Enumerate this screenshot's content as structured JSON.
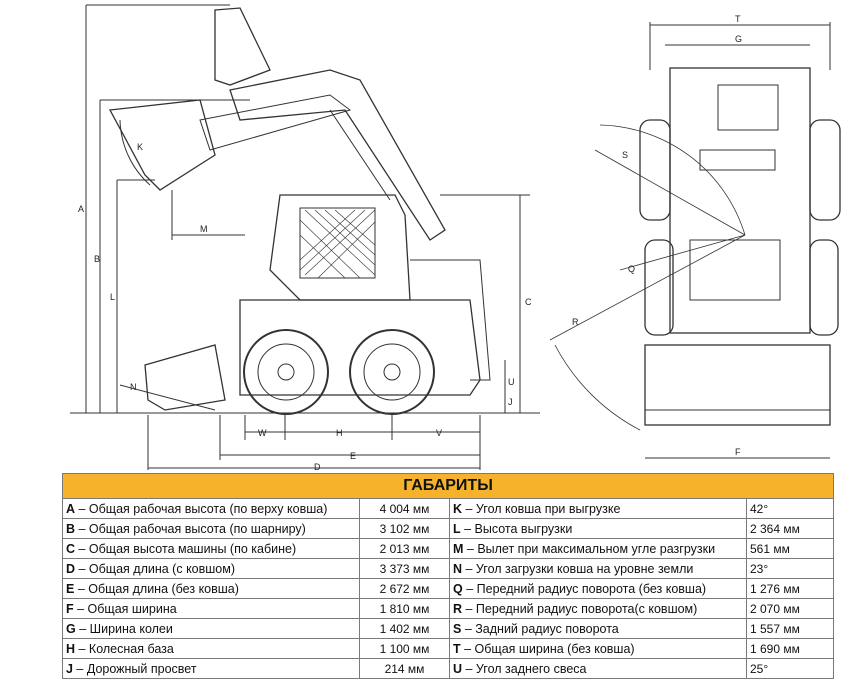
{
  "drawing": {
    "side_labels": [
      "A",
      "B",
      "C",
      "K",
      "M",
      "L",
      "N",
      "W",
      "H",
      "V",
      "E",
      "D",
      "U",
      "J"
    ],
    "front_labels": [
      "T",
      "G",
      "S",
      "Q",
      "R",
      "F"
    ]
  },
  "table": {
    "title": "ГАБАРИТЫ",
    "left": [
      {
        "key": "A",
        "text": " – Общая рабочая высота (по верху ковша)",
        "value": "4 004 мм"
      },
      {
        "key": "B",
        "text": " – Общая рабочая высота (по шарниру)",
        "value": "3 102 мм"
      },
      {
        "key": "C",
        "text": " – Общая высота машины (по кабине)",
        "value": "2 013 мм"
      },
      {
        "key": "D",
        "text": " – Общая длина (с ковшом)",
        "value": "3 373 мм"
      },
      {
        "key": "E",
        "text": " – Общая длина (без ковша)",
        "value": "2 672 мм"
      },
      {
        "key": "F",
        "text": " – Общая ширина",
        "value": "1 810 мм"
      },
      {
        "key": "G",
        "text": " – Ширина колеи",
        "value": "1 402 мм"
      },
      {
        "key": "H",
        "text": " – Колесная база",
        "value": "1 100 мм"
      },
      {
        "key": "J",
        "text": " – Дорожный просвет",
        "value": "214 мм"
      }
    ],
    "right": [
      {
        "key": "K",
        "text": " – Угол ковша при выгрузке",
        "value": "42°"
      },
      {
        "key": "L",
        "text": " – Высота выгрузки",
        "value": "2 364 мм"
      },
      {
        "key": "M",
        "text": " – Вылет при максимальном угле разгрузки",
        "value": "561 мм"
      },
      {
        "key": "N",
        "text": " – Угол загрузки ковша на уровне земли",
        "value": "23°"
      },
      {
        "key": "Q",
        "text": " – Передний радиус поворота (без ковша)",
        "value": "1 276 мм"
      },
      {
        "key": "R",
        "text": " – Передний радиус поворота(с ковшом)",
        "value": "2 070 мм"
      },
      {
        "key": "S",
        "text": " – Задний радиус поворота",
        "value": "1 557 мм"
      },
      {
        "key": "T",
        "text": " – Общая ширина (без ковша)",
        "value": "1 690 мм"
      },
      {
        "key": "U",
        "text": " – Угол заднего свеса",
        "value": "25°"
      }
    ]
  },
  "colors": {
    "header": "#f5b22a",
    "line": "#333333"
  }
}
